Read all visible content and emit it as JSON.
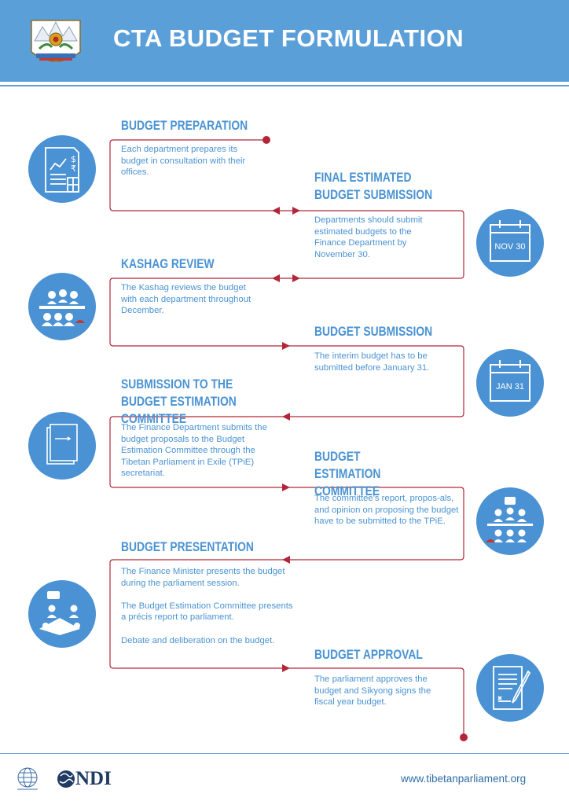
{
  "header": {
    "title": "CTA BUDGET FORMULATION",
    "emblem": "tibetan-emblem"
  },
  "colors": {
    "header_blue": "#5b9fd9",
    "text_blue": "#4a93d3",
    "line_red": "#b3263a",
    "circle_blue": "#4a92d3"
  },
  "steps": [
    {
      "title": "BUDGET PREPARATION",
      "body": [
        "Each department prepares its budget in consultation with their offices."
      ],
      "icon": "budget-sheet-icon"
    },
    {
      "title": "FINAL ESTIMATED BUDGET SUBMISSION",
      "body": [
        "Departments should submit estimated budgets to the Finance Department by November 30."
      ],
      "icon": "calendar-icon",
      "date": "NOV 30"
    },
    {
      "title": "KASHAG REVIEW",
      "body": [
        "The Kashag reviews the budget with each department throughout December."
      ],
      "icon": "meeting-icon"
    },
    {
      "title": "BUDGET SUBMISSION",
      "body": [
        "The interim budget has to be submitted before January 31."
      ],
      "icon": "calendar-icon",
      "date": "JAN 31"
    },
    {
      "title": "SUBMISSION TO THE BUDGET ESTIMATION COMMITTEE",
      "body": [
        "The Finance Department submits the budget proposals to the Budget Estimation Committee through the Tibetan Parliament in Exile (TPiE) secretariat."
      ],
      "icon": "documents-icon"
    },
    {
      "title": "BUDGET ESTIMATION COMMITTEE",
      "body": [
        "The committee's report, propos-als, and opinion on proposing the budget have to be submitted to the TPiE."
      ],
      "icon": "committee-icon"
    },
    {
      "title": "BUDGET PRESENTATION",
      "body": [
        "The Finance Minister presents the budget during the parliament session.",
        "The Budget Estimation Committee presents a précis report to parliament.",
        "Debate and deliberation on the budget."
      ],
      "icon": "parliament-icon"
    },
    {
      "title": "BUDGET APPROVAL",
      "body": [
        "The parliament approves the budget and Sikyong signs the fiscal year budget."
      ],
      "icon": "signing-icon"
    }
  ],
  "footer": {
    "url": "www.tibetanparliament.org",
    "logo_text": "NDI",
    "logos": [
      "globe-logo",
      "ndi-logo"
    ]
  }
}
